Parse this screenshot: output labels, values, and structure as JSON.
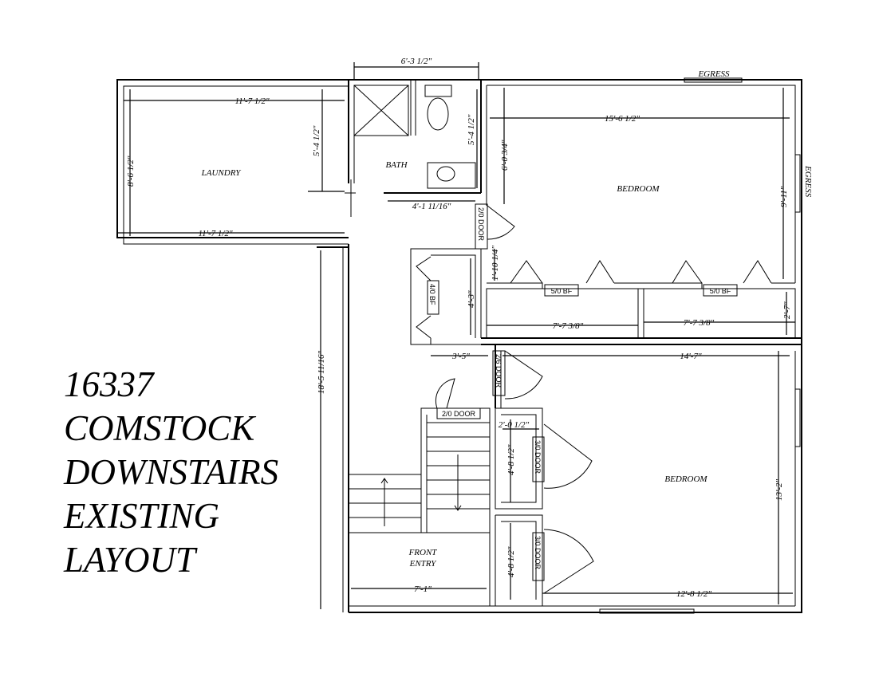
{
  "title_lines": [
    "16337",
    "COMSTOCK",
    "DOWNSTAIRS",
    "EXISTING",
    "LAYOUT"
  ],
  "rooms": {
    "laundry": "LAUNDRY",
    "bath": "BATH",
    "bedroom_upper": "BEDROOM",
    "bedroom_lower": "BEDROOM",
    "front_entry_line1": "FRONT",
    "front_entry_line2": "ENTRY"
  },
  "labels": {
    "egress_top": "EGRESS",
    "egress_right": "EGRESS",
    "door_bath": "2/0 DOOR",
    "door_closet": "4/0 BF",
    "bf_left": "5/0 BF",
    "bf_right": "5/0 BF",
    "door_bedroom_upper": "2/6 DOOR",
    "door_stair": "2/0 DOOR",
    "door_closet_a": "3/0 DOOR",
    "door_closet_b": "3/0 DOOR"
  },
  "dimensions": {
    "bath_width": "6'-3 1/2\"",
    "laundry_top": "11'-7 1/2\"",
    "laundry_bottom": "11'-7 1/2\"",
    "laundry_height": "8'-6 1/2\"",
    "laundry_inner": "5'-4 1/2\"",
    "bath_right": "5'-4 1/2\"",
    "bath_bottom": "4'-1 11/16\"",
    "bedroom_top_width": "15'-6 1/2\"",
    "bedroom_top_left": "6'-0 3/4\"",
    "bedroom_top_right": "9'-11\"",
    "hall_small": "1'-10 1/4\"",
    "closet_height": "4'-3\"",
    "closet_width": "3'-5\"",
    "bf_left_width": "7'-7 3/8\"",
    "bf_right_width": "7'-7 3/8\"",
    "bf_height": "2'-7\"",
    "bedroom_lower_width": "14'-7\"",
    "bedroom_lower_height": "13'-2\"",
    "bedroom_lower_bottom": "12'-8 1/2\"",
    "stair_height": "18'-5 11/16\"",
    "closet_a_width": "2'-0 1/2\"",
    "closet_a_height": "4'-8 1/2\"",
    "closet_b_height": "4'-8 1/2\"",
    "entry_width": "7'-1\""
  }
}
